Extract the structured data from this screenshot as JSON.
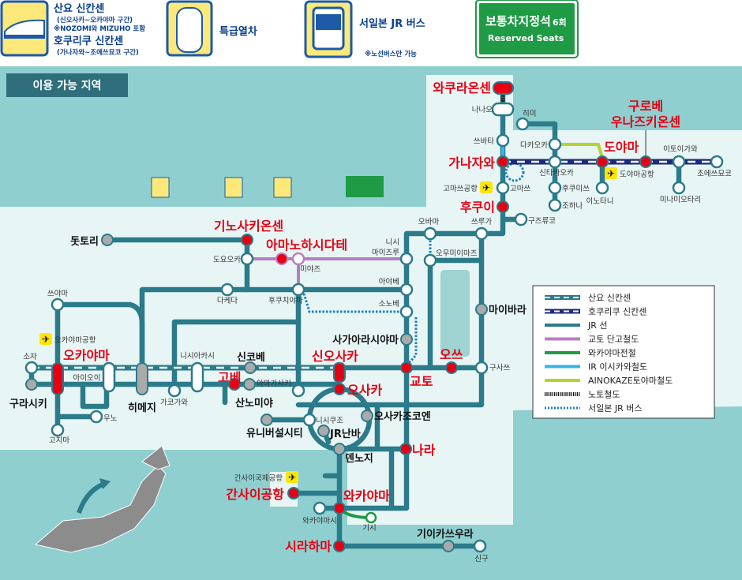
{
  "header": {
    "sanyo_title": "산요 신칸센",
    "sanyo_sub": "(신오사카~오카야마 구간)",
    "sanyo_note": "※NOZOMI와 MIZUHO 포함",
    "hokuriku_title": "호쿠리쿠 신칸센",
    "hokuriku_sub": "(가나자와~조에쓰묘코 구간)",
    "express": "특급열차",
    "bus": "서일본 JR 버스",
    "bus_note": "※노선버스만 가능",
    "reserved_ko": "보통차지정석",
    "reserved_count": "6회",
    "reserved_en": "Reserved Seats"
  },
  "title": "이용 가능 지역",
  "stations": {
    "wakura": "와쿠라온센",
    "nanao": "나나오",
    "tsubata": "쓰바타",
    "kanazawa": "가나자와",
    "komatsu": "고마쓰",
    "komatsu_ap": "고마쓰공항",
    "fukui": "후쿠이",
    "kuzuryuko": "구즈류코",
    "himi": "히미",
    "takaoka": "다카오카",
    "shintakaoka": "신타카오카",
    "fukumitsu": "후쿠미쓰",
    "johana": "조하나",
    "toyama": "도야마",
    "toyama_ap": "도야마공항",
    "inotani": "이노타니",
    "kurobe1": "구로베",
    "kurobe2": "우나즈키온센",
    "itoigawa": "이토이가와",
    "joetsu": "조에쓰묘코",
    "minamiotari": "미나미오타리",
    "obama": "오바마",
    "tsuruga": "쓰루가",
    "nishi": "니시",
    "maizuru": "마이즈루",
    "omiimazu": "오우미이마즈",
    "maibara": "마이바라",
    "kusatsu": "구사쓰",
    "otsu": "오쓰",
    "kyoto": "교토",
    "tottori": "돗토리",
    "kinosaki": "기노사키온센",
    "toyooka": "도요오카",
    "amanohashidate": "아마노하시다테",
    "miyazu": "미야즈",
    "takeda": "다케다",
    "fukuchiyama": "후쿠치야마",
    "ayabe": "아야베",
    "sonobe": "소노베",
    "saga": "사가아라시야마",
    "tsuyama": "쓰야마",
    "okayama_ap": "오카야마공항",
    "soja": "소자",
    "okayama": "오카야마",
    "kurashiki": "구라시키",
    "aioi": "아이오이",
    "himeji": "히메지",
    "nishiakashi": "니시아카시",
    "kakogawa": "가코가와",
    "uno": "우노",
    "kojima": "고지마",
    "shinkobe": "신코베",
    "kobe": "고베",
    "sannomiya": "산노미야",
    "amagasaki": "아마가사키",
    "shinosaka": "신오사카",
    "osaka": "오사카",
    "nishikujo": "니시쿠조",
    "universal": "유니버설시티",
    "namba": "JR난바",
    "osakajokoen": "오사카조코엔",
    "tennoji": "덴노지",
    "nara": "나라",
    "kansai_intl": "간사이국제공항",
    "kansai": "간사이공항",
    "wakayama": "와카야마",
    "wakayamashi": "와카야마시",
    "kishi": "기시",
    "shirahama": "시라하마",
    "kiikatsuura": "기이카쓰우라",
    "shingu": "신구"
  },
  "legend": [
    {
      "label": "산요 신칸센",
      "color": "#2b7b8a",
      "style": "shinkansen"
    },
    {
      "label": "호쿠리쿠 신칸센",
      "color": "#1c2a7c",
      "style": "shinkansen"
    },
    {
      "label": "JR 선",
      "color": "#2b7b8a",
      "style": "solid"
    },
    {
      "label": "교토 단고철도",
      "color": "#b77fc0",
      "style": "solid"
    },
    {
      "label": "와카야마전철",
      "color": "#1f9a45",
      "style": "solid"
    },
    {
      "label": "IR 이시카와철도",
      "color": "#37b4e6",
      "style": "solid"
    },
    {
      "label": "AINOKAZE토야마철도",
      "color": "#b9d12f",
      "style": "solid"
    },
    {
      "label": "노토철도",
      "color": "#111111",
      "style": "hatched"
    },
    {
      "label": "서일본 JR 버스",
      "color": "#1a7fc0",
      "style": "dotted"
    }
  ]
}
